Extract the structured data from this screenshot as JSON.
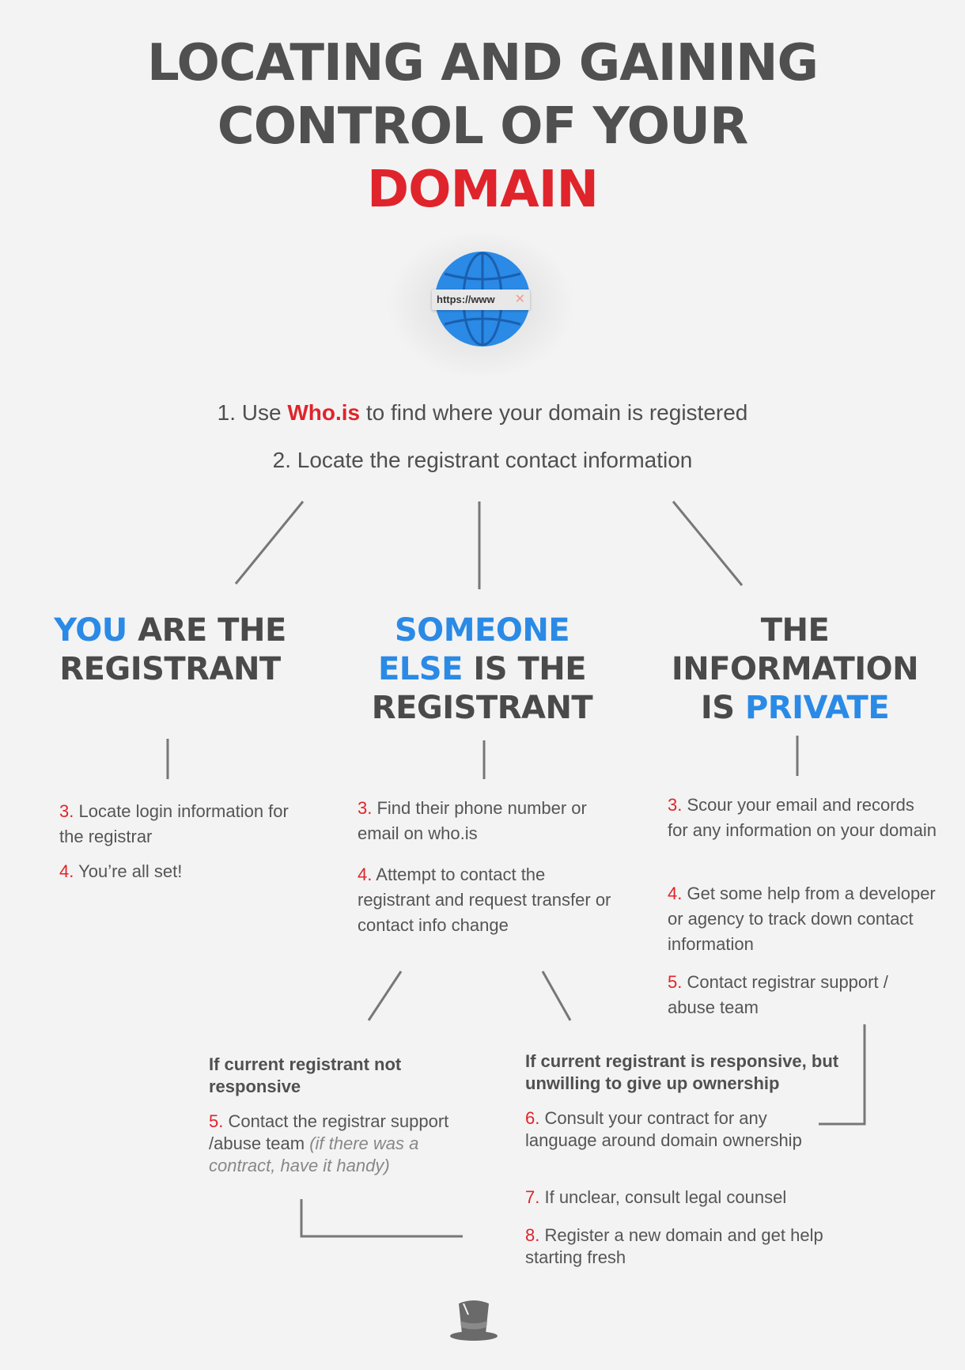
{
  "title": {
    "line1": "LOCATING AND GAINING",
    "line2": "CONTROL OF YOUR",
    "line3": "DOMAIN"
  },
  "globe": {
    "url_text": "https://www",
    "icon": "globe-icon"
  },
  "steps": {
    "step1_prefix": "1. Use ",
    "step1_link": "Who.is",
    "step1_suffix": " to find where your domain is registered",
    "step2": "2. Locate the registrant contact information"
  },
  "branches": [
    {
      "heading_parts": [
        {
          "text": "YOU",
          "highlight": true
        },
        {
          "text": " ARE THE REGISTRANT",
          "highlight": false
        }
      ],
      "items": [
        {
          "num": "3.",
          "text": "Locate login information for the registrar"
        },
        {
          "num": "4.",
          "text": "You’re all set!"
        }
      ]
    },
    {
      "heading_parts": [
        {
          "text": "SOMEONE ELSE",
          "highlight": true
        },
        {
          "text": " IS THE REGISTRANT",
          "highlight": false
        }
      ],
      "items": [
        {
          "num": "3.",
          "text": "Find their phone number or email on who.is"
        },
        {
          "num": "4.",
          "text": "Attempt to contact the registrant and request transfer or contact info change"
        }
      ]
    },
    {
      "heading_parts": [
        {
          "text": "THE INFORMATION IS ",
          "highlight": false
        },
        {
          "text": "PRIVATE",
          "highlight": true
        }
      ],
      "items": [
        {
          "num": "3.",
          "text": "Scour your email and records for any information on your domain"
        },
        {
          "num": "4.",
          "text": "Get some help from a developer or agency to track down contact information"
        },
        {
          "num": "5.",
          "text": "Contact registrar support / abuse team"
        }
      ]
    }
  ],
  "sub_branches": [
    {
      "condition": "If current registrant not responsive",
      "items": [
        {
          "num": "5.",
          "text": "Contact the registrar support /abuse team ",
          "note": "(if there was a contract, have it handy)"
        }
      ]
    },
    {
      "condition": "If current registrant is responsive, but unwilling to give up ownership",
      "items": [
        {
          "num": "6.",
          "text": "Consult your contract for any language around domain ownership",
          "note": ""
        },
        {
          "num": "7.",
          "text": "If unclear, consult legal counsel",
          "note": ""
        },
        {
          "num": "8.",
          "text": "Register a new domain and get help starting fresh",
          "note": ""
        }
      ]
    }
  ],
  "footer": {
    "icon": "top-hat-icon"
  },
  "colors": {
    "red": "#e0242b",
    "blue": "#2a8ae6",
    "dark": "#4a4a4a",
    "background": "#f3f3f3"
  }
}
